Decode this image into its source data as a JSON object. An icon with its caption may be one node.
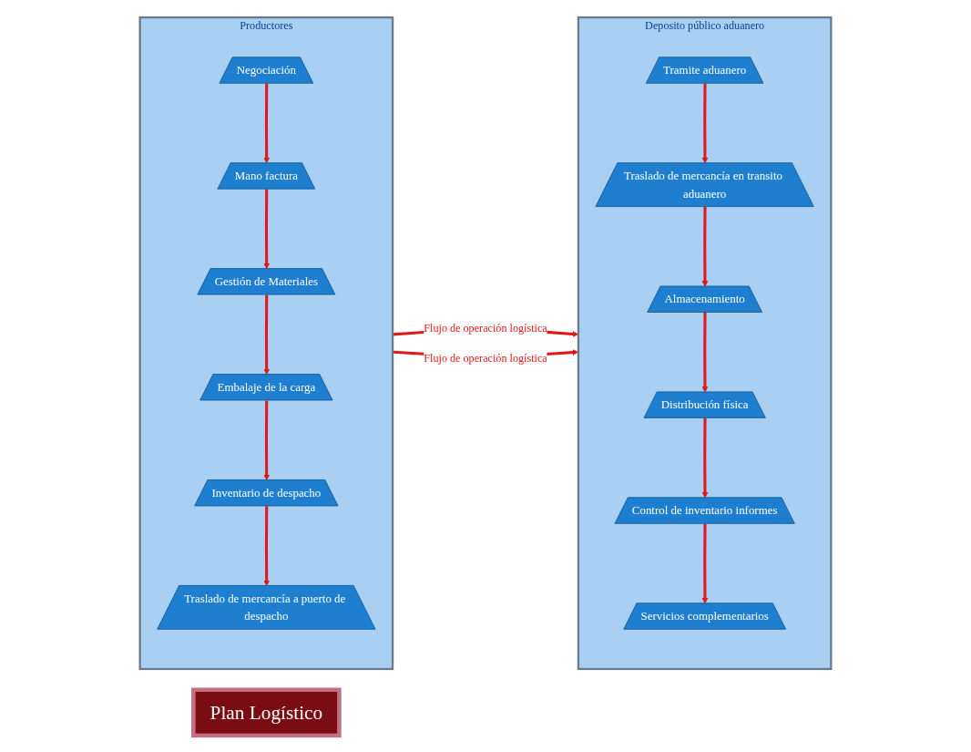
{
  "diagram": {
    "nodes": [
      {
        "text": [
          "Productores"
        ]
      },
      {
        "text": [
          "Negociación"
        ],
        "in": 0
      },
      {
        "text": [
          "Mano factura"
        ],
        "in": 0
      },
      {
        "text": [
          "Gestión de Materiales"
        ],
        "in": 0
      },
      {
        "text": [
          "Embalaje de la carga"
        ],
        "in": 0
      },
      {
        "text": [
          "Inventario de despacho"
        ],
        "in": 0
      },
      {
        "text": [
          "Traslado de mercancía a puerto de despacho"
        ],
        "in": 0
      },
      {
        "text": [
          "Deposito público aduanero"
        ]
      },
      {
        "text": [
          "Tramite aduanero"
        ],
        "in": 7
      },
      {
        "text": [
          "Traslado de mercancía en transito aduanero"
        ],
        "in": 7
      },
      {
        "text": [
          "Almacenamiento"
        ],
        "in": 7
      },
      {
        "text": [
          "Distribución física"
        ],
        "in": 7
      },
      {
        "text": [
          "Control de inventario informes"
        ],
        "in": 7
      },
      {
        "text": [
          "Servicios complementarios"
        ],
        "in": 7
      },
      {
        "text": [
          "Plan Logístico"
        ]
      }
    ],
    "edges": [
      {
        "from": 1,
        "to": 2,
        "arrow": "to"
      },
      {
        "from": 2,
        "to": 3,
        "arrow": "to"
      },
      {
        "from": 3,
        "to": 4,
        "arrow": "to"
      },
      {
        "from": 4,
        "to": 5,
        "arrow": "to"
      },
      {
        "from": 5,
        "to": 6,
        "arrow": "to"
      },
      {
        "from": 8,
        "to": 9,
        "arrow": "to"
      },
      {
        "from": 9,
        "to": 10,
        "arrow": "to"
      },
      {
        "from": 10,
        "to": 11,
        "arrow": "to"
      },
      {
        "from": 11,
        "to": 12,
        "arrow": "to"
      },
      {
        "from": 12,
        "to": 13,
        "arrow": "to"
      },
      {
        "from": 0,
        "to": 7,
        "label": "Flujo de operación logística",
        "arrow": "to"
      },
      {
        "from": 0,
        "to": 7,
        "label": "Flujo de operación logística",
        "arrow": "to"
      }
    ]
  }
}
